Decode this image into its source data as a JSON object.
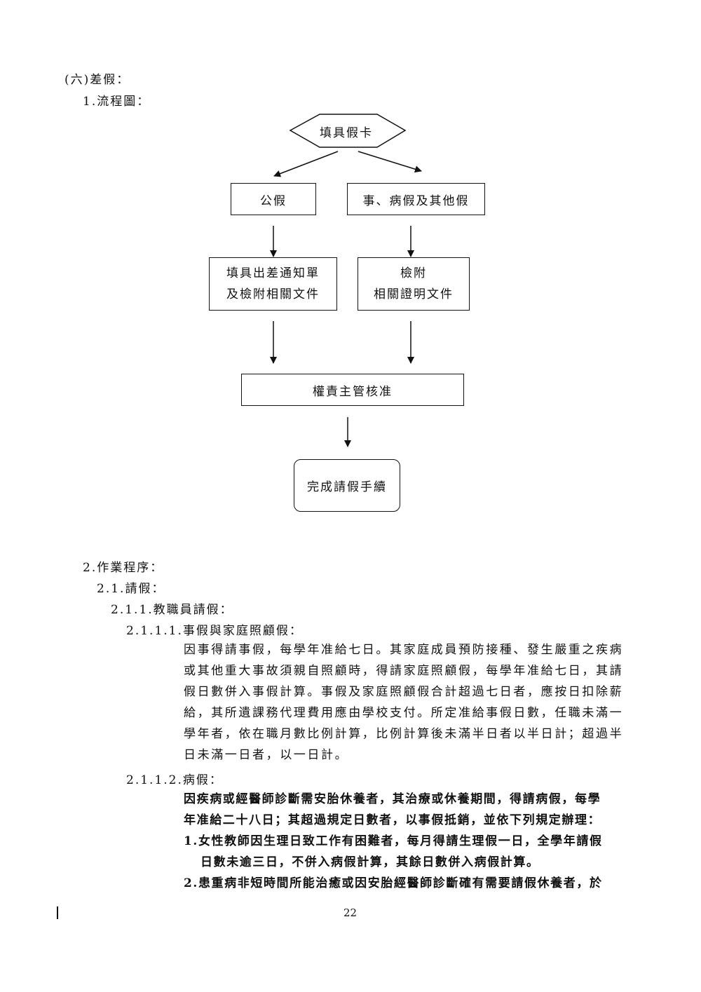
{
  "section": {
    "heading": "(六)差假：",
    "flowchart_heading": "1.流程圖："
  },
  "flowchart": {
    "start": "填具假卡",
    "branch_left": "公假",
    "branch_right": "事、病假及其他假",
    "left_step_line1": "填具出差通知單",
    "left_step_line2": "及檢附相關文件",
    "right_step_line1": "檢附",
    "right_step_line2": "相關證明文件",
    "approve": "權責主管核准",
    "end": "完成請假手續"
  },
  "procedure": {
    "heading": "2.作業程序：",
    "sub1": "2.1.請假：",
    "sub2": "2.1.1.教職員請假：",
    "sub3": "2.1.1.1.事假與家庭照顧假：",
    "personal_leave_lines": [
      "因事得請事假，每學年准給七日。其家庭成員預防接種、發生嚴重之疾病",
      "或其他重大事故須親自照顧時，得請家庭照顧假，每學年准給七日，其請",
      "假日數併入事假計算。事假及家庭照顧假合計超過七日者，應按日扣除薪",
      "給，其所遺課務代理費用應由學校支付。所定准給事假日數，任職未滿一",
      "學年者，依在職月數比例計算，比例計算後未滿半日者以半日計；超過半",
      "日未滿一日者，以一日計。"
    ],
    "sub4": "2.1.1.2.病假：",
    "sick_leave_lines": [
      "因疾病或經醫師診斷需安胎休養者，其治療或休養期間，得請病假，每學",
      "年准給二十八日；其超過規定日數者，以事假抵銷，並依下列規定辦理："
    ],
    "item1_line1": "1.女性教師因生理日致工作有困難者，每月得請生理假一日，全學年請假",
    "item1_line2": "日數未逾三日，不併入病假計算，其餘日數併入病假計算。",
    "item2_line1": "2.患重病非短時間所能治癒或因安胎經醫師診斷確有需要請假休養者，於"
  },
  "page_number": "22"
}
